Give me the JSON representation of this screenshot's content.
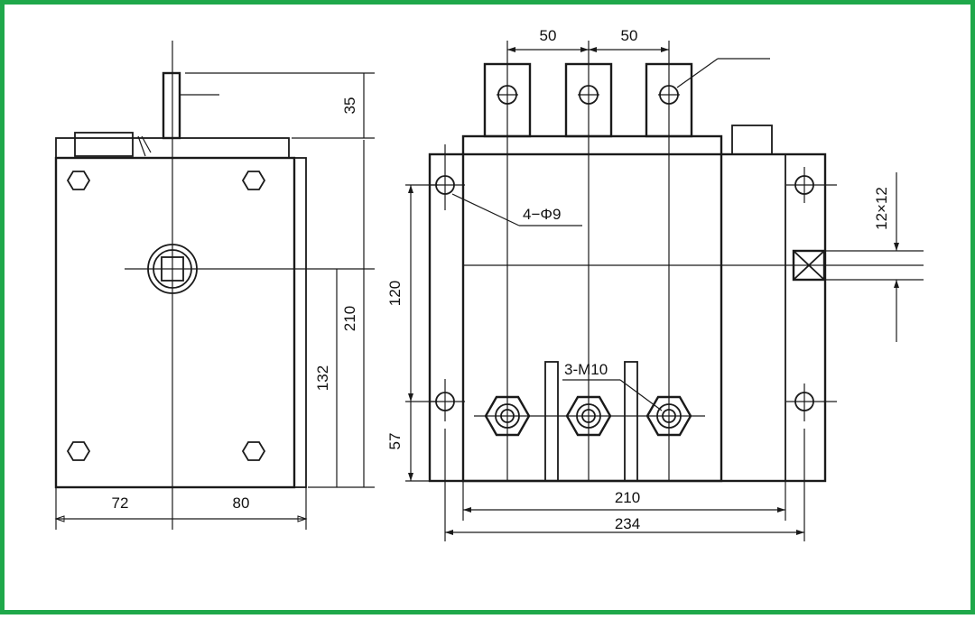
{
  "frame_color": "#1fa84a",
  "left_view": {
    "dim_top_height": "35",
    "dim_height": "210",
    "dim_center_height": "132",
    "dim_width_left": "72",
    "dim_width_right": "80"
  },
  "right_view": {
    "dim_terminal_pitch_1": "50",
    "dim_terminal_pitch_2": "50",
    "dim_mount_vertical": "120",
    "dim_bottom_offset": "57",
    "dim_inner_width": "210",
    "dim_outer_width": "234",
    "label_mount_holes": "4−Φ9",
    "label_studs": "3-M10",
    "label_square": "12×12"
  }
}
